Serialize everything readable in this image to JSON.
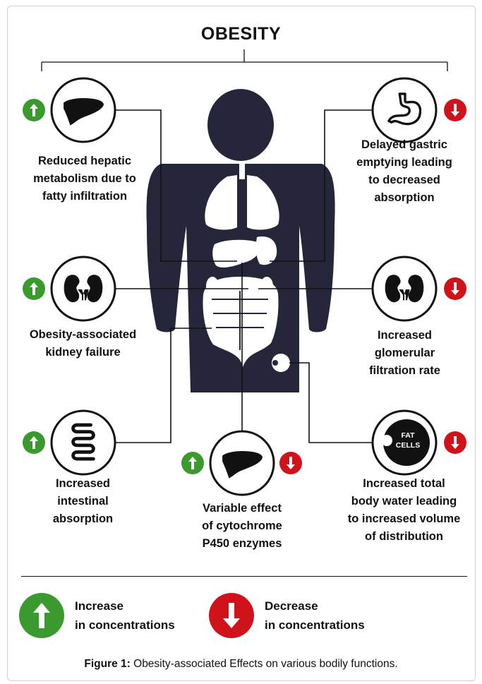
{
  "title": "OBESITY",
  "effects": [
    {
      "id": "liver",
      "icon": "liver-icon",
      "direction": "increase",
      "lines": [
        "Reduced hepatic",
        "metabolism due to",
        "fatty infiltration"
      ]
    },
    {
      "id": "stomach",
      "icon": "stomach-icon",
      "direction": "decrease",
      "lines": [
        "Delayed gastric",
        "emptying leading",
        "to decreased",
        "absorption"
      ]
    },
    {
      "id": "kidney-left",
      "icon": "kidneys-icon",
      "direction": "increase",
      "lines": [
        "Obesity-associated",
        "kidney failure"
      ]
    },
    {
      "id": "kidney-right",
      "icon": "kidneys-icon",
      "direction": "decrease",
      "lines": [
        "Increased",
        "glomerular",
        "filtration rate"
      ]
    },
    {
      "id": "intestine",
      "icon": "intestine-icon",
      "direction": "increase",
      "lines": [
        "Increased",
        "intestinal",
        "absorption"
      ]
    },
    {
      "id": "cyp450",
      "icon": "liver-icon",
      "direction": "both",
      "lines": [
        "Variable effect",
        "of cytochrome",
        "P450 enzymes"
      ]
    },
    {
      "id": "fat",
      "icon": "fat-cells-icon",
      "direction": "decrease",
      "icon_text": [
        "FAT",
        "CELLS"
      ],
      "lines": [
        "Increased total",
        "body water leading",
        "to increased volume",
        "of distribution"
      ]
    }
  ],
  "legend": {
    "increase": {
      "line1": "Increase",
      "line2": "in concentrations"
    },
    "decrease": {
      "line1": "Decrease",
      "line2": "in concentrations"
    }
  },
  "caption": {
    "label": "Figure 1:",
    "text": " Obesity-associated Effects on various bodily functions."
  },
  "colors": {
    "increase": "#3a9a2e",
    "decrease": "#d0121b",
    "body": "#25263a",
    "line": "#111111"
  }
}
